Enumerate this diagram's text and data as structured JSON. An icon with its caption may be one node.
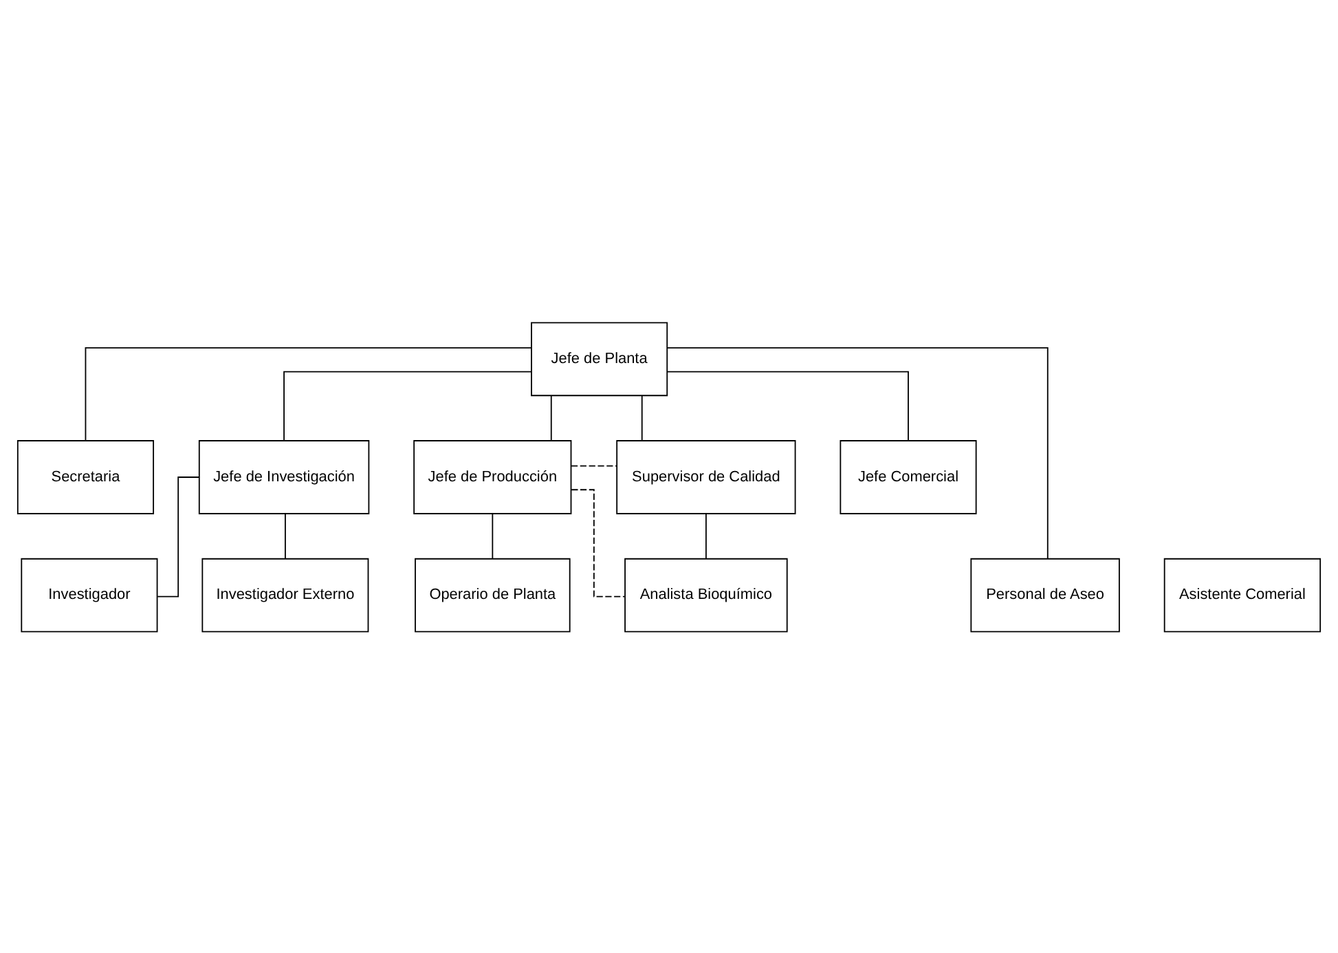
{
  "diagram": {
    "nodes": [
      {
        "text": [
          "Jefe de Planta"
        ]
      },
      {
        "text": [
          "Secretaria"
        ]
      },
      {
        "text": [
          "Jefe de Investigación"
        ]
      },
      {
        "text": [
          "Jefe de Producción"
        ]
      },
      {
        "text": [
          "Supervisor de Calidad"
        ]
      },
      {
        "text": [
          "Jefe Comercial"
        ]
      },
      {
        "text": [
          "Investigador"
        ]
      },
      {
        "text": [
          "Operario de Planta"
        ]
      },
      {
        "text": [
          "Analista Bioquímico"
        ]
      },
      {
        "text": [
          "Asistente Comerial"
        ]
      },
      {
        "text": [
          "Investigador Externo"
        ]
      },
      {
        "text": [
          "Personal de Aseo"
        ]
      }
    ],
    "edges": [
      {
        "from": 0,
        "to": 1,
        "arrow": "none"
      },
      {
        "from": 0,
        "to": 2,
        "arrow": "none"
      },
      {
        "from": 0,
        "to": 3,
        "arrow": "none"
      },
      {
        "from": 0,
        "to": 4,
        "arrow": "none"
      },
      {
        "from": 0,
        "to": 11,
        "arrow": "none"
      },
      {
        "from": 0,
        "to": 5,
        "arrow": "none"
      },
      {
        "from": 2,
        "to": 6,
        "arrow": "none"
      },
      {
        "from": 2,
        "to": 10,
        "arrow": "none"
      },
      {
        "from": 3,
        "to": 7,
        "arrow": "none"
      },
      {
        "from": 4,
        "to": 8,
        "arrow": "none"
      },
      {
        "from": 3,
        "to": 4,
        "arrow": "none",
        "style": "dashed"
      },
      {
        "from": 3,
        "to": 8,
        "arrow": "none",
        "style": "dashed"
      }
    ]
  }
}
